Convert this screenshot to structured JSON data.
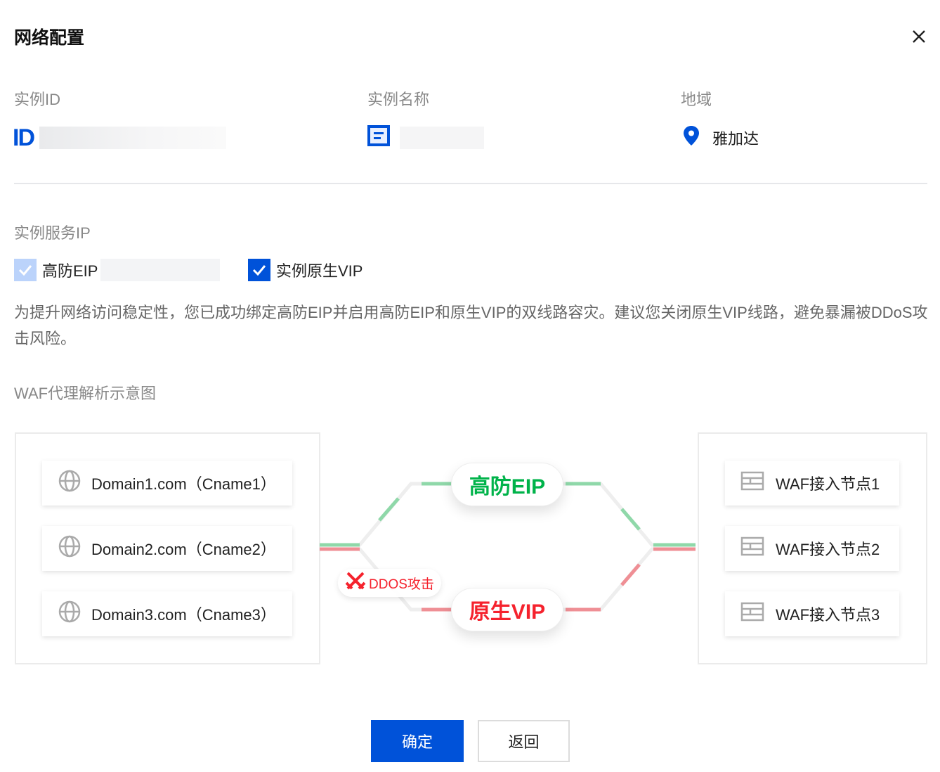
{
  "dialog": {
    "title": "网络配置",
    "close_icon": "close-icon"
  },
  "info": {
    "instance_id_label": "实例ID",
    "instance_name_label": "实例名称",
    "region_label": "地域",
    "region_value": "雅加达",
    "id_icon_text": "ID"
  },
  "service_ip": {
    "label": "实例服务IP",
    "options": [
      {
        "label": "高防EIP",
        "checked": true,
        "disabled": true
      },
      {
        "label": "实例原生VIP",
        "checked": true,
        "disabled": false
      }
    ],
    "notice": "为提升网络访问稳定性，您已成功绑定高防EIP并启用高防EIP和原生VIP的双线路容灾。建议您关闭原生VIP线路，避免暴漏被DDoS攻击风险。"
  },
  "diagram": {
    "title": "WAF代理解析示意图",
    "domains": [
      "Domain1.com（Cname1）",
      "Domain2.com（Cname2）",
      "Domain3.com（Cname3）"
    ],
    "eip_label": "高防EIP",
    "vip_label": "原生VIP",
    "attack_label": "DDOS攻击",
    "nodes": [
      "WAF接入节点1",
      "WAF接入节点2",
      "WAF接入节点3"
    ],
    "colors": {
      "green": "#00b34a",
      "red": "#f5222d"
    }
  },
  "footer": {
    "confirm": "确定",
    "back": "返回"
  },
  "colors": {
    "primary": "#0052d9"
  }
}
